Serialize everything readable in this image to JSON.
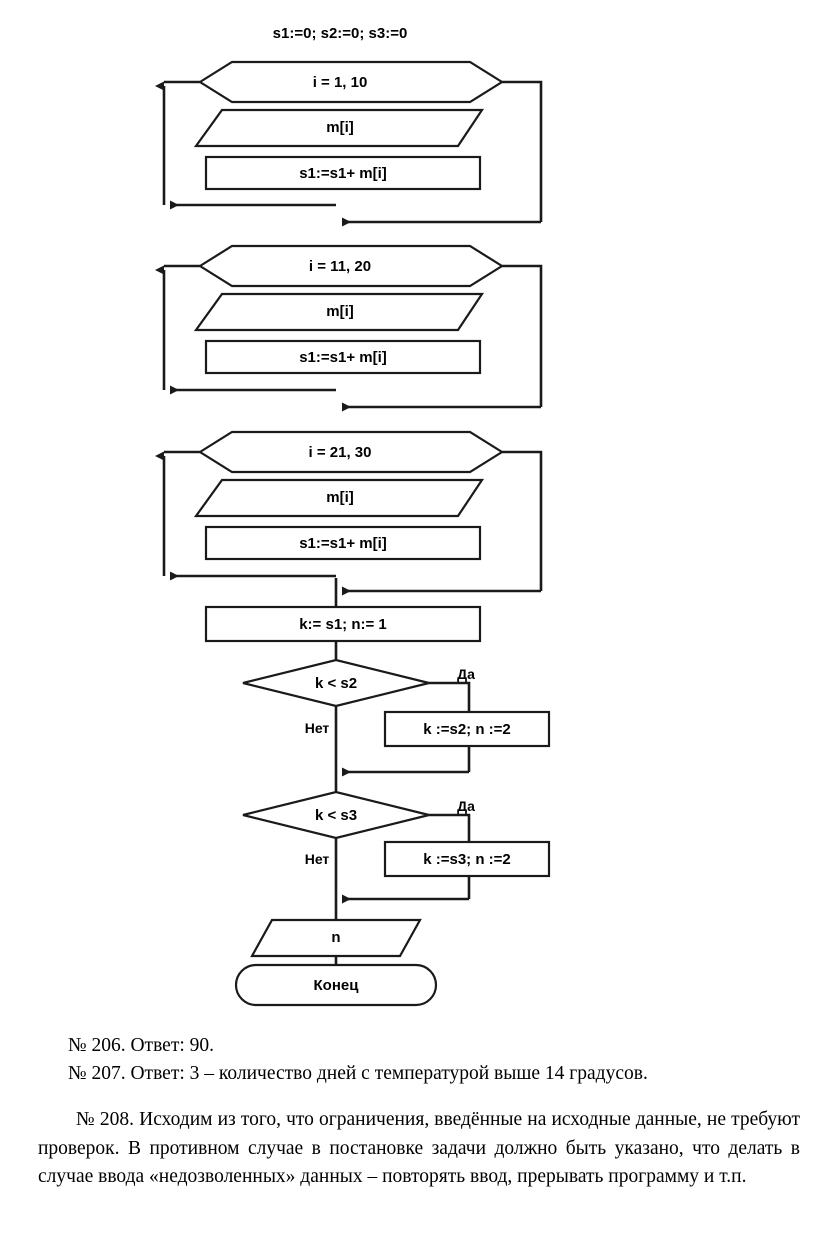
{
  "flowchart": {
    "title": "s1:=0; s2:=0; s3:=0",
    "loops": [
      {
        "header": "i = 1, 10",
        "input": "m[i]",
        "process": "s1:=s1+ m[i]"
      },
      {
        "header": "i = 11, 20",
        "input": "m[i]",
        "process": "s1:=s1+ m[i]"
      },
      {
        "header": "i = 21, 30",
        "input": "m[i]",
        "process": "s1:=s1+ m[i]"
      }
    ],
    "init_box": "k:= s1; n:= 1",
    "decisions": [
      {
        "condition": "k < s2",
        "yes_label": "Да",
        "no_label": "Нет",
        "yes_action": "k :=s2; n :=2"
      },
      {
        "condition": "k < s3",
        "yes_label": "Да",
        "no_label": "Нет",
        "yes_action": "k :=s3; n :=2"
      }
    ],
    "output": "n",
    "terminator": "Конец"
  },
  "text": {
    "answers": [
      "№ 206. Ответ: 90.",
      "№ 207. Ответ:  3 – количество дней с температурой выше 14 градусов."
    ],
    "paragraph": "№ 208. Исходим из того, что ограничения, введённые на исходные данные, не требуют проверок. В противном случае в постановке задачи должно быть указано, что делать в случае ввода «недозволенных» данных – повторять ввод, прерывать программу и т.п."
  },
  "colors": {
    "stroke": "#1a1a1a",
    "background": "#ffffff",
    "text": "#000000"
  }
}
